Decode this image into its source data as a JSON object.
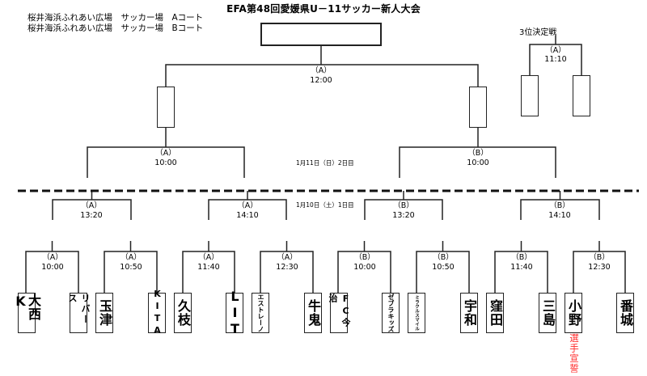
{
  "title": "EFA第48回愛媛県U－11サッカー新人大会",
  "venues": [
    "桜井海浜ふれあい広場　サッカー場　Aコート",
    "桜井海浜ふれあい広場　サッカー場　Bコート"
  ],
  "day2_label": "1月11日（日）2日目",
  "day1_label": "1月10日（土）1日目",
  "final": {
    "court": "（A）",
    "time": "12:00",
    "winner": ""
  },
  "third_place": {
    "title": "3位決定戦",
    "court": "（A）",
    "time": "11:10",
    "teams": [
      "",
      ""
    ]
  },
  "semifinals": [
    {
      "court": "（A）",
      "time": "10:00",
      "winner": ""
    },
    {
      "court": "（B）",
      "time": "10:00",
      "winner": ""
    }
  ],
  "quarterfinals": [
    {
      "court": "（A）",
      "time": "13:20"
    },
    {
      "court": "（A）",
      "time": "14:10"
    },
    {
      "court": "（B）",
      "time": "13:20"
    },
    {
      "court": "（B）",
      "time": "14:10"
    }
  ],
  "round1": [
    {
      "court": "（A）",
      "time": "10:00"
    },
    {
      "court": "（A）",
      "time": "10:50"
    },
    {
      "court": "（A）",
      "time": "11:40"
    },
    {
      "court": "（A）",
      "time": "12:30"
    },
    {
      "court": "（B）",
      "time": "10:00"
    },
    {
      "court": "（B）",
      "time": "10:50"
    },
    {
      "court": "（B）",
      "time": "11:40"
    },
    {
      "court": "（B）",
      "time": "12:30"
    }
  ],
  "teams": [
    "大西K",
    "リバース",
    "玉津",
    "KITA",
    "久枝",
    "LIT",
    "エストレーノ",
    "牛鬼",
    "FC今治",
    "ゼブラキッズ",
    "ミラクルスマイル",
    "宇和",
    "窪田",
    "三島",
    "小野",
    "番城"
  ],
  "pledge_note": {
    "team_index": 14,
    "text": "選手宣誓",
    "color": "#ff2a2a"
  }
}
